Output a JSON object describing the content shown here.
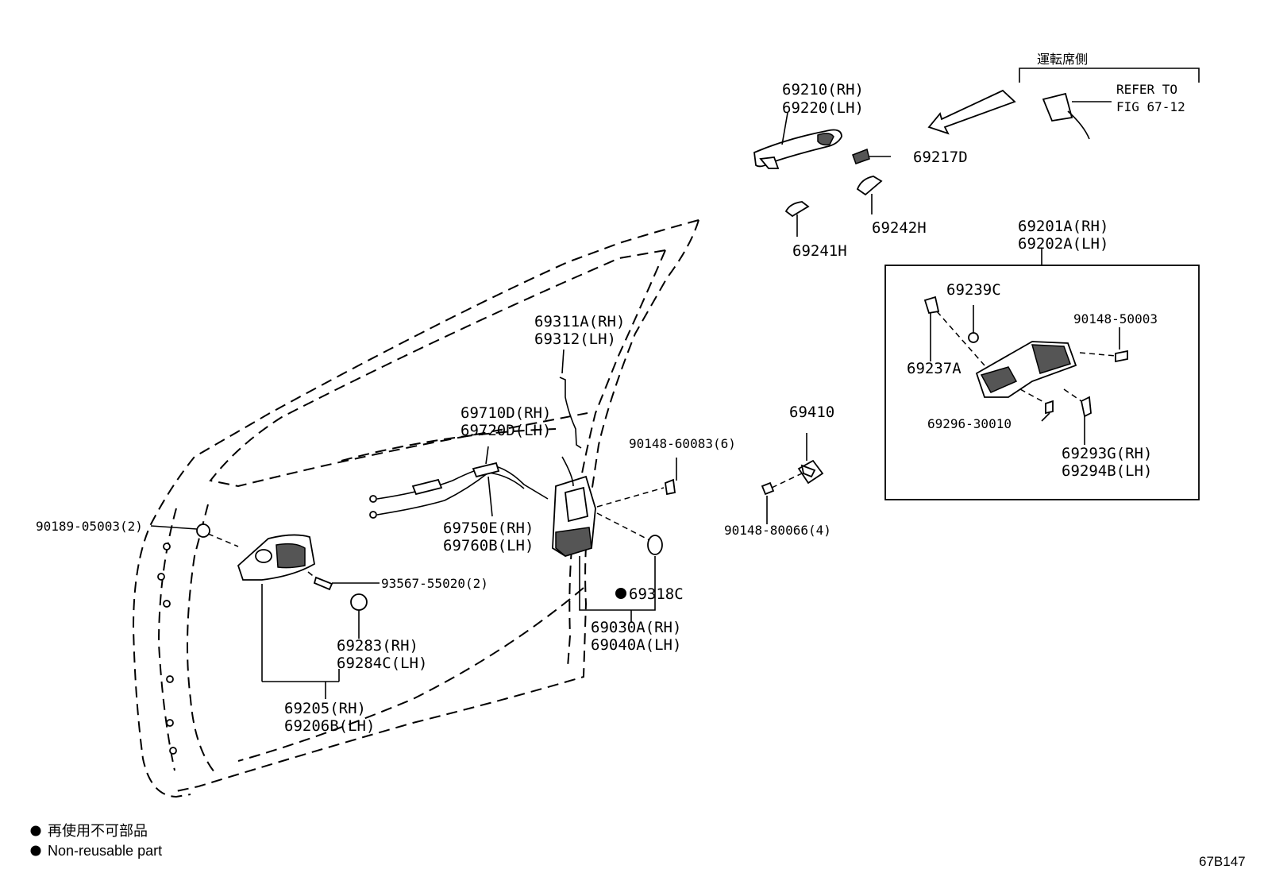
{
  "figure_id": "67B147",
  "callouts": {
    "outer_handle": [
      "69210(RH)",
      "69220(LH)"
    ],
    "cap_69217d": "69217D",
    "pad_69242h": "69242H",
    "pad_69241h": "69241H",
    "driver_side": "運転席側",
    "refer_to": [
      "REFER TO",
      "FIG 67-12"
    ],
    "frame_assy": [
      "69201A(RH)",
      "69202A(LH)"
    ],
    "p69239c": "69239C",
    "p69237a": "69237A",
    "p90148_50003": "90148-50003",
    "p69296": "69296-30010",
    "p69293g": [
      "69293G(RH)",
      "69294B(LH)"
    ],
    "p69410": "69410",
    "p90148_80066": "90148-80066(4)",
    "p90148_60083": "90148-60083(6)",
    "lock_rod": [
      "69311A(RH)",
      "69312(LH)"
    ],
    "cable_top": [
      "69710D(RH)",
      "69720D(LH)"
    ],
    "cable_bottom": [
      "69750E(RH)",
      "69760B(LH)"
    ],
    "p90189": "90189-05003(2)",
    "p93567": "93567-55020(2)",
    "p69283": [
      "69283(RH)",
      "69284C(LH)"
    ],
    "inside_handle": [
      "69205(RH)",
      "69206B(LH)"
    ],
    "p69318c": "69318C",
    "door_lock": [
      "69030A(RH)",
      "69040A(LH)"
    ]
  },
  "legend": {
    "jp": "再使用不可部品",
    "en": "Non-reusable part"
  }
}
